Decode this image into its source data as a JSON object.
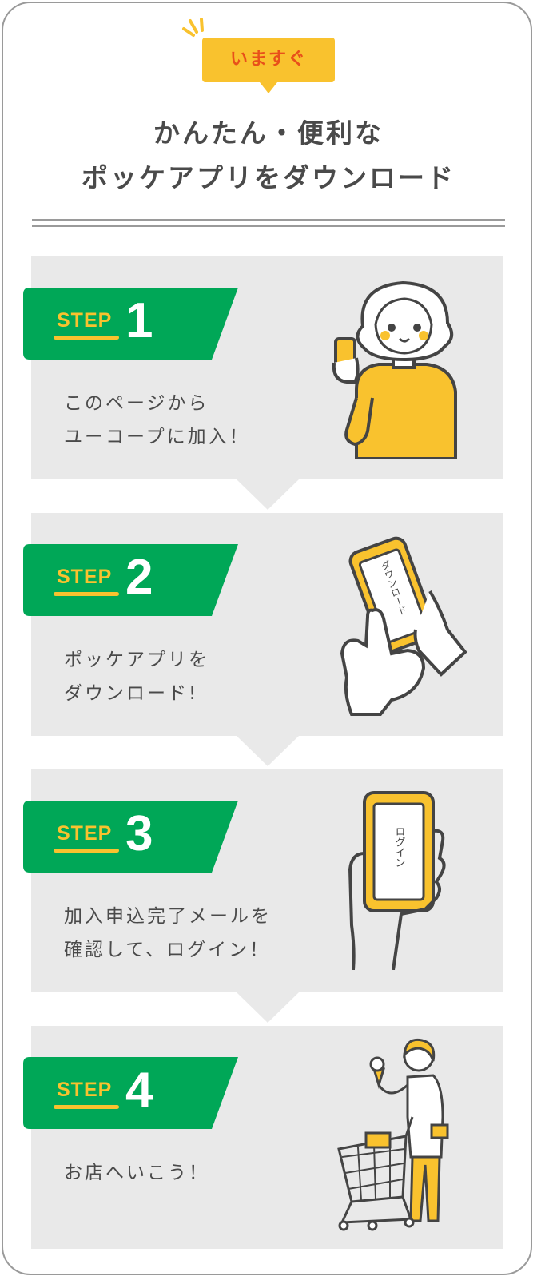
{
  "badge": {
    "label": "いますぐ"
  },
  "title": {
    "line1": "かんたん・便利な",
    "line2": "ポッケアプリをダウンロード"
  },
  "colors": {
    "green": "#00a757",
    "yellow": "#f9c22e",
    "orange_text": "#e8501a",
    "panel": "#e9e9e9",
    "text": "#4a4a4a"
  },
  "steps": [
    {
      "word": "STEP",
      "number": "1",
      "line1": "このページから",
      "line2": "ユーコープに加入！",
      "illustration": "woman-holding-phone-icon"
    },
    {
      "word": "STEP",
      "number": "2",
      "line1": "ポッケアプリを",
      "line2": "ダウンロード!",
      "illustration": "hands-tapping-phone-icon",
      "phone_text": "ダウンロード"
    },
    {
      "word": "STEP",
      "number": "3",
      "line1": "加入申込完了メールを",
      "line2": "確認して、ログイン！",
      "illustration": "hand-holding-phone-icon",
      "phone_text": "ログイン"
    },
    {
      "word": "STEP",
      "number": "4",
      "line1": "お店へいこう！",
      "line2": "",
      "illustration": "woman-with-shopping-cart-icon"
    }
  ]
}
